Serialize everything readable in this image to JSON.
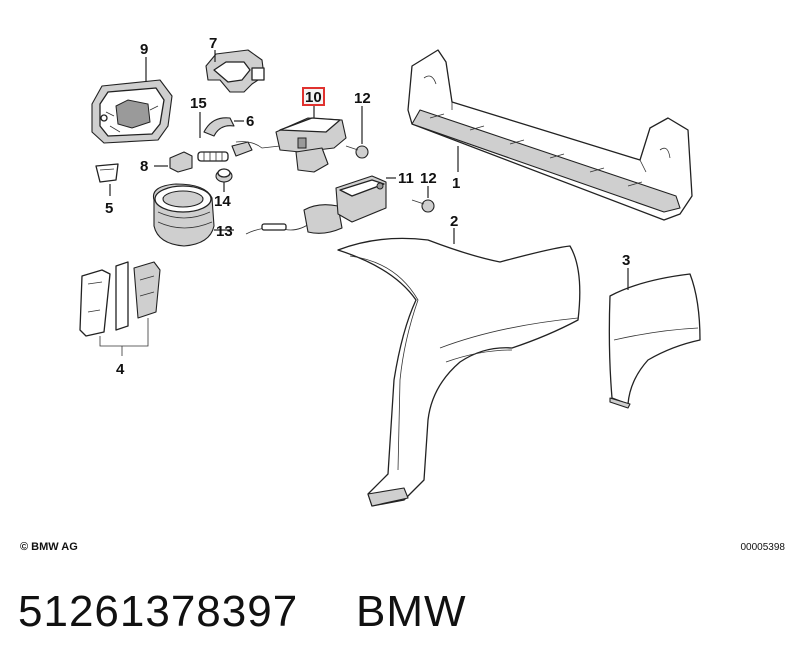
{
  "callouts": {
    "c1": "1",
    "c2": "2",
    "c3": "3",
    "c4": "4",
    "c5": "5",
    "c6": "6",
    "c7": "7",
    "c8": "8",
    "c9": "9",
    "c10": "10",
    "c11": "11",
    "c12a": "12",
    "c12b": "12",
    "c13": "13",
    "c14": "14",
    "c15": "15"
  },
  "highlighted_callout": "10",
  "colors": {
    "highlight": "#e0322f",
    "line": "#222222"
  },
  "footer": {
    "copyright": "© BMW AG",
    "diagram_id": "00005398"
  },
  "caption": {
    "part_number": "51261378397",
    "brand": "BMW"
  }
}
